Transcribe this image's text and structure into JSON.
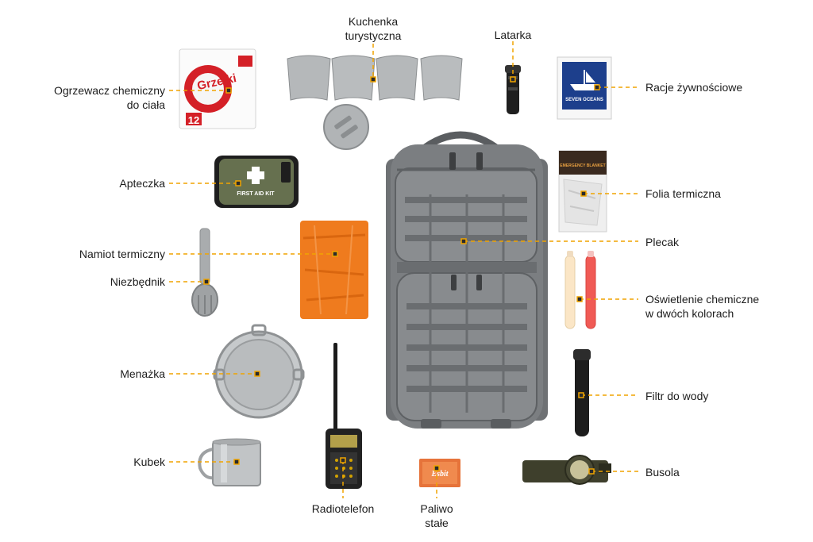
{
  "colors": {
    "leader": "#f0a400",
    "marker_fill": "#2b2b2b",
    "background": "#ffffff"
  },
  "labels": {
    "ogrzewacz": [
      "Ogrzewacz chemiczny",
      "do ciała"
    ],
    "kuchenka": [
      "Kuchenka",
      "turystyczna"
    ],
    "latarka": [
      "Latarka"
    ],
    "racje": [
      "Racje żywnościowe"
    ],
    "apteczka": [
      "Apteczka"
    ],
    "folia": [
      "Folia termiczna"
    ],
    "plecak": [
      "Plecak"
    ],
    "namiot": [
      "Namiot termiczny"
    ],
    "niezbednik": [
      "Niezbędnik"
    ],
    "oswietlenie": [
      "Oświetlenie chemiczne",
      "w dwóch kolorach"
    ],
    "menazka": [
      "Menażka"
    ],
    "filtr": [
      "Filtr do wody"
    ],
    "kubek": [
      "Kubek"
    ],
    "busola": [
      "Busola"
    ],
    "radiotelefon": [
      "Radiotelefon"
    ],
    "paliwo": [
      "Paliwo",
      "stałe"
    ]
  },
  "product_text": {
    "hand_warmer_brand": "Grzejki",
    "hand_warmer_count": "12",
    "first_aid": "FIRST AID KIT",
    "ration_brand": "SEVEN OCEANS",
    "blanket_title": "EMERGENCY BLANKET",
    "fuel_brand": "Esbit"
  }
}
